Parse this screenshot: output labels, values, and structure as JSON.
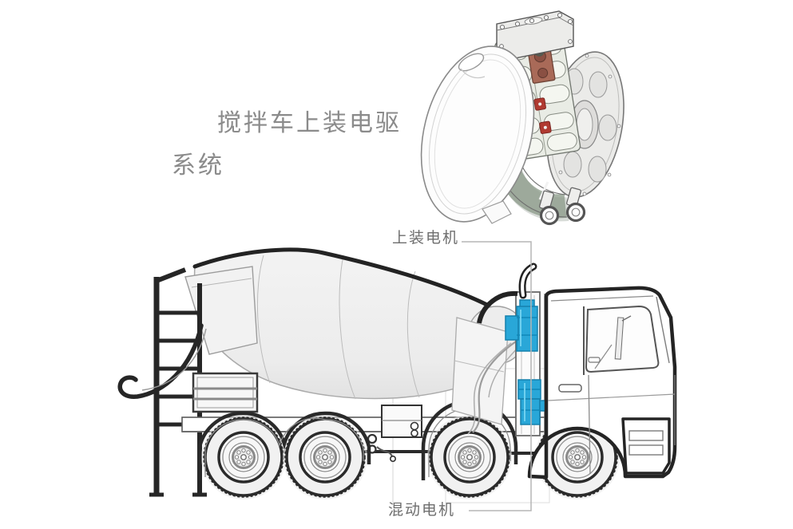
{
  "title": {
    "line1": "搅拌车上装电驱",
    "line2": "系统",
    "color": "#8b8b8b"
  },
  "labels": {
    "upper_motor": "上装电机",
    "hybrid_motor": "混动电机"
  },
  "colors": {
    "accent_blue": "#29a7d8",
    "accent_blue_dark": "#1581ad",
    "line_dark": "#262626",
    "line_light": "#a8a8a8",
    "leader_gray": "#b5b5b5",
    "drum_fill": "#efefef",
    "copper": "#a96a58",
    "housing_green": "#a6b2a4",
    "label_gray": "#6e6e6e"
  }
}
